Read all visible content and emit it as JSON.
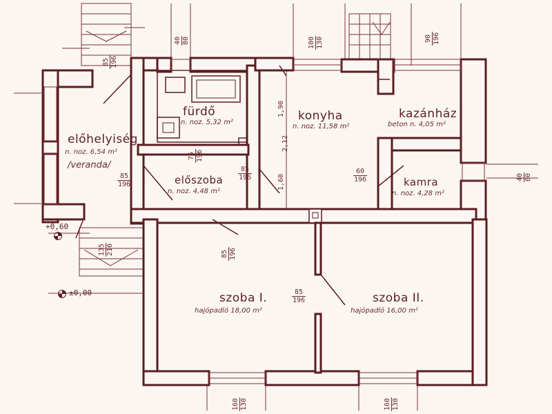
{
  "rooms": {
    "furdo": {
      "name": "fürdő",
      "area": "n. noz. 5,32 m²"
    },
    "konyha": {
      "name": "konyha",
      "area": "n. noz. 11,58 m²"
    },
    "kazanhaz": {
      "name": "kazánház",
      "area": "beton n. 4,05 m²"
    },
    "elohelyiseg": {
      "name": "előhelyiség",
      "area": "n. noz. 6,54 m²",
      "note": "/veranda/"
    },
    "eloszoba": {
      "name": "előszoba",
      "area": "n. noz. 4,48 m²"
    },
    "kamra": {
      "name": "kamra",
      "area": "n. noz. 4,28 m²"
    },
    "szoba1": {
      "name": "szoba I.",
      "area": "hajópadló 18,00 m²"
    },
    "szoba2": {
      "name": "szoba II.",
      "area": "hajópadló 16,00 m²"
    }
  },
  "dimensions": {
    "d_85_196_top": {
      "top": "85",
      "bot": "196"
    },
    "d_40_80_top": {
      "top": "40",
      "bot": "80"
    },
    "d_100_130_top": {
      "top": "100",
      "bot": "130"
    },
    "d_90_196_top": {
      "top": "90",
      "bot": "196"
    },
    "d_190": "1,90",
    "d_212": "2,12",
    "d_160": "1,60",
    "d_75_196": {
      "top": "75",
      "bot": "196"
    },
    "d_85_196_elosz": {
      "top": "85",
      "bot": "196"
    },
    "d_85_196_left": {
      "top": "85",
      "bot": "196"
    },
    "d_60_196": {
      "top": "60",
      "bot": "196"
    },
    "d_40_60_right": {
      "top": "40",
      "bot": "60"
    },
    "d_135_210": {
      "top": "135",
      "bot": "210"
    },
    "d_85_196_szoba": {
      "top": "85",
      "bot": "196"
    },
    "d_85_196_center": {
      "top": "85",
      "bot": "196"
    },
    "d_160_130_a": {
      "top": "160",
      "bot": "130"
    },
    "d_160_130_b": {
      "top": "160",
      "bot": "130"
    }
  },
  "levels": {
    "upper": "+0,60",
    "ground": "±0,00"
  },
  "colors": {
    "wall": "#5a1d22",
    "line": "#7a3338",
    "paper": "#fbf6f2"
  }
}
